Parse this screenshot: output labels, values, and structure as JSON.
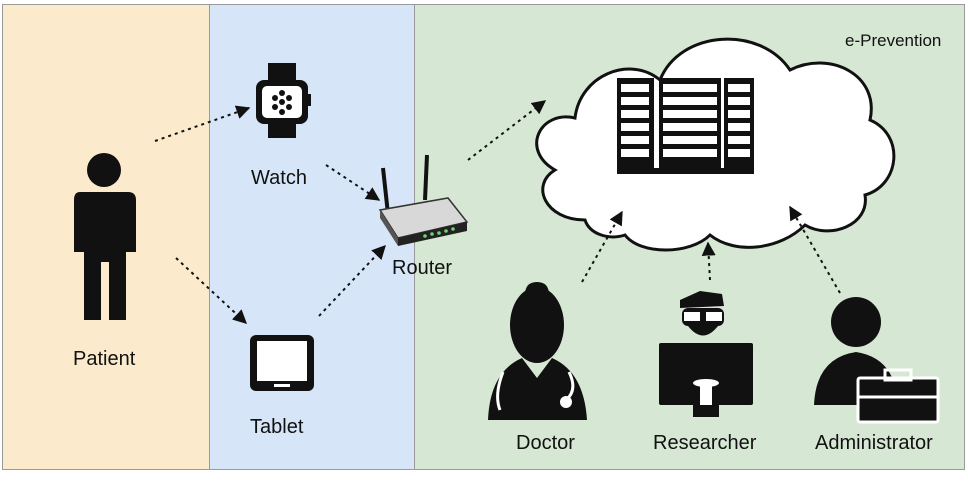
{
  "panels": {
    "patient": "",
    "devices": "",
    "cloud": "e-Prevention"
  },
  "labels": {
    "patient": "Patient",
    "watch": "Watch",
    "tablet": "Tablet",
    "router": "Router",
    "doctor": "Doctor",
    "researcher": "Researcher",
    "administrator": "Administrator"
  },
  "icons": [
    "person-icon",
    "smartwatch-icon",
    "tablet-icon",
    "router-icon",
    "cloud-icon",
    "server-rack-icon",
    "doctor-icon",
    "researcher-icon",
    "administrator-icon"
  ],
  "colors": {
    "patient_panel": "#fbeacb",
    "devices_panel": "#d6e6f8",
    "cloud_panel": "#d6e8d4",
    "icon": "#111111"
  }
}
